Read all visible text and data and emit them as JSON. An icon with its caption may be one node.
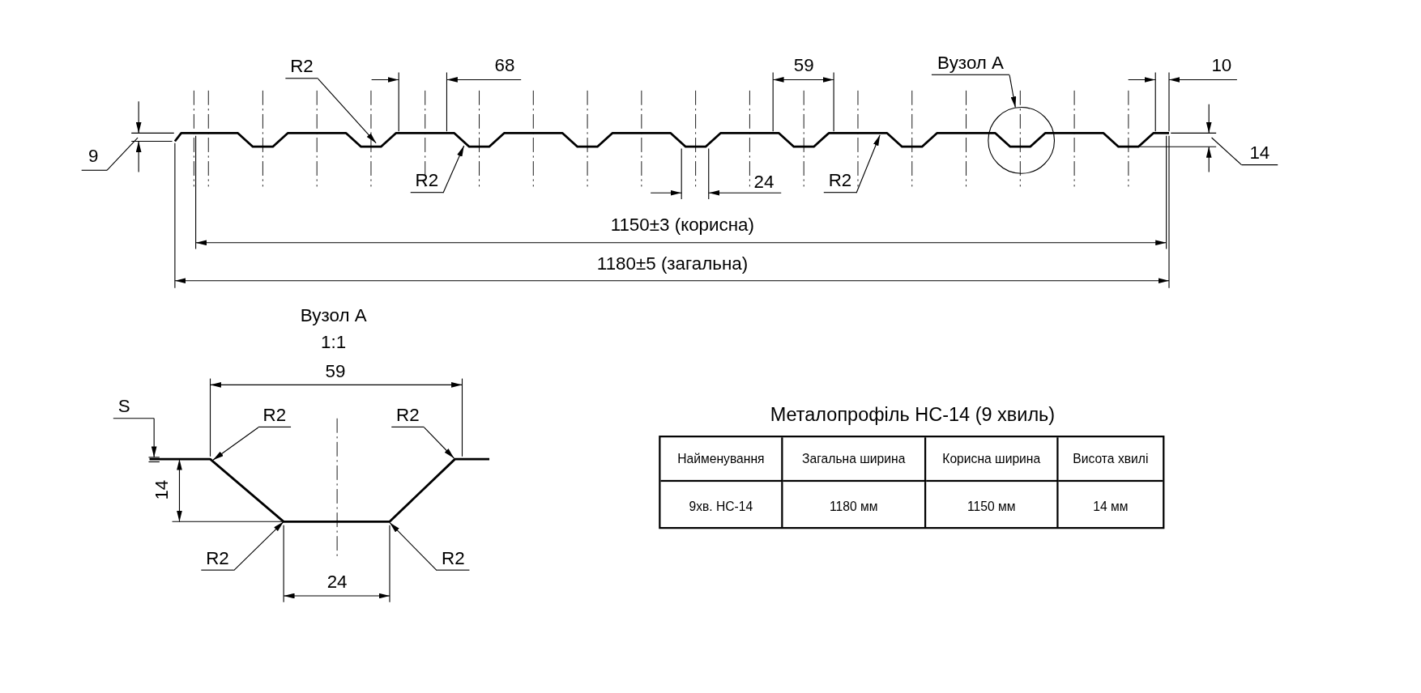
{
  "diagram": {
    "nodes": [
      {
        "text": [
          "R2"
        ]
      },
      {
        "text": [
          "R2"
        ]
      },
      {
        "text": [
          "R2"
        ]
      },
      {
        "text": [
          "Вузол А"
        ]
      },
      {
        "text": [],
        "shape": "circle"
      },
      {
        "text": [
          "R2"
        ]
      },
      {
        "text": [
          "R2"
        ]
      },
      {
        "text": [
          "R2"
        ]
      },
      {
        "text": [
          "R2"
        ]
      },
      {
        "text": [],
        "shape": "picture"
      },
      {
        "text": [],
        "shape": "picture"
      }
    ],
    "edges": [
      {
        "from": 0,
        "to": 9,
        "arrow": "to"
      },
      {
        "from": 1,
        "to": 9,
        "arrow": "to"
      },
      {
        "from": 2,
        "to": 9,
        "arrow": "to"
      },
      {
        "from": 3,
        "to": 4,
        "arrow": "to"
      },
      {
        "from": 5,
        "to": 10,
        "arrow": "to"
      },
      {
        "from": 6,
        "to": 10,
        "arrow": "to"
      },
      {
        "from": 7,
        "to": 10,
        "arrow": "to"
      },
      {
        "from": 8,
        "to": 10,
        "arrow": "to"
      }
    ],
    "labels": [
      "68",
      "59",
      "10",
      "9",
      "14",
      "24",
      "1150±3 (корисна)",
      "1180±5 (загальна)",
      "Вузол А",
      "1:1",
      "59",
      "S",
      "14",
      "24",
      "Металопрофіль НС-14 (9 хвиль)",
      "Найменування",
      "Загальна ширина",
      "Корисна ширина",
      "Висота хвилі",
      "9хв. НС-14",
      "1180 мм",
      "1150 мм",
      "14 мм"
    ]
  }
}
